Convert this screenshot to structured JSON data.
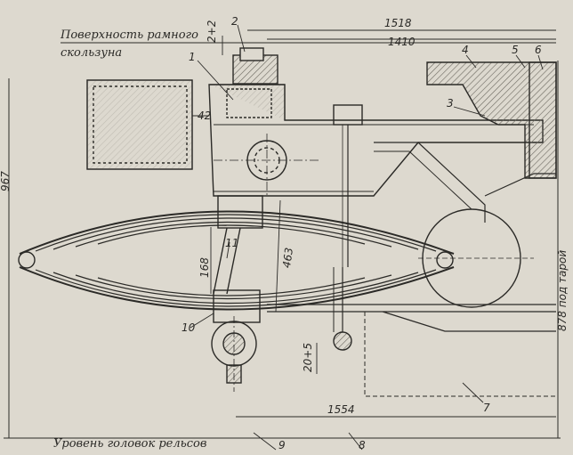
{
  "labels": {
    "frame_surface_line1": "Поверхность рамного",
    "frame_surface_line2": "скользуна",
    "rail_level": "Уровень головок рельсов"
  },
  "dimensions": {
    "d_1518": "1518",
    "d_1410": "1410",
    "d_2_2": "2+2",
    "d_42": "42",
    "d_967": "967",
    "d_168": "168",
    "d_463": "463",
    "d_20_5": "20+5",
    "d_1554": "1554",
    "d_878": "878 под тарой"
  },
  "parts": [
    "1",
    "2",
    "3",
    "4",
    "5",
    "6",
    "7",
    "8",
    "9",
    "10",
    "11"
  ],
  "colors": {
    "paper": "#ddd9cf",
    "ink": "#2b2a27",
    "hatch": "#6a675f"
  }
}
